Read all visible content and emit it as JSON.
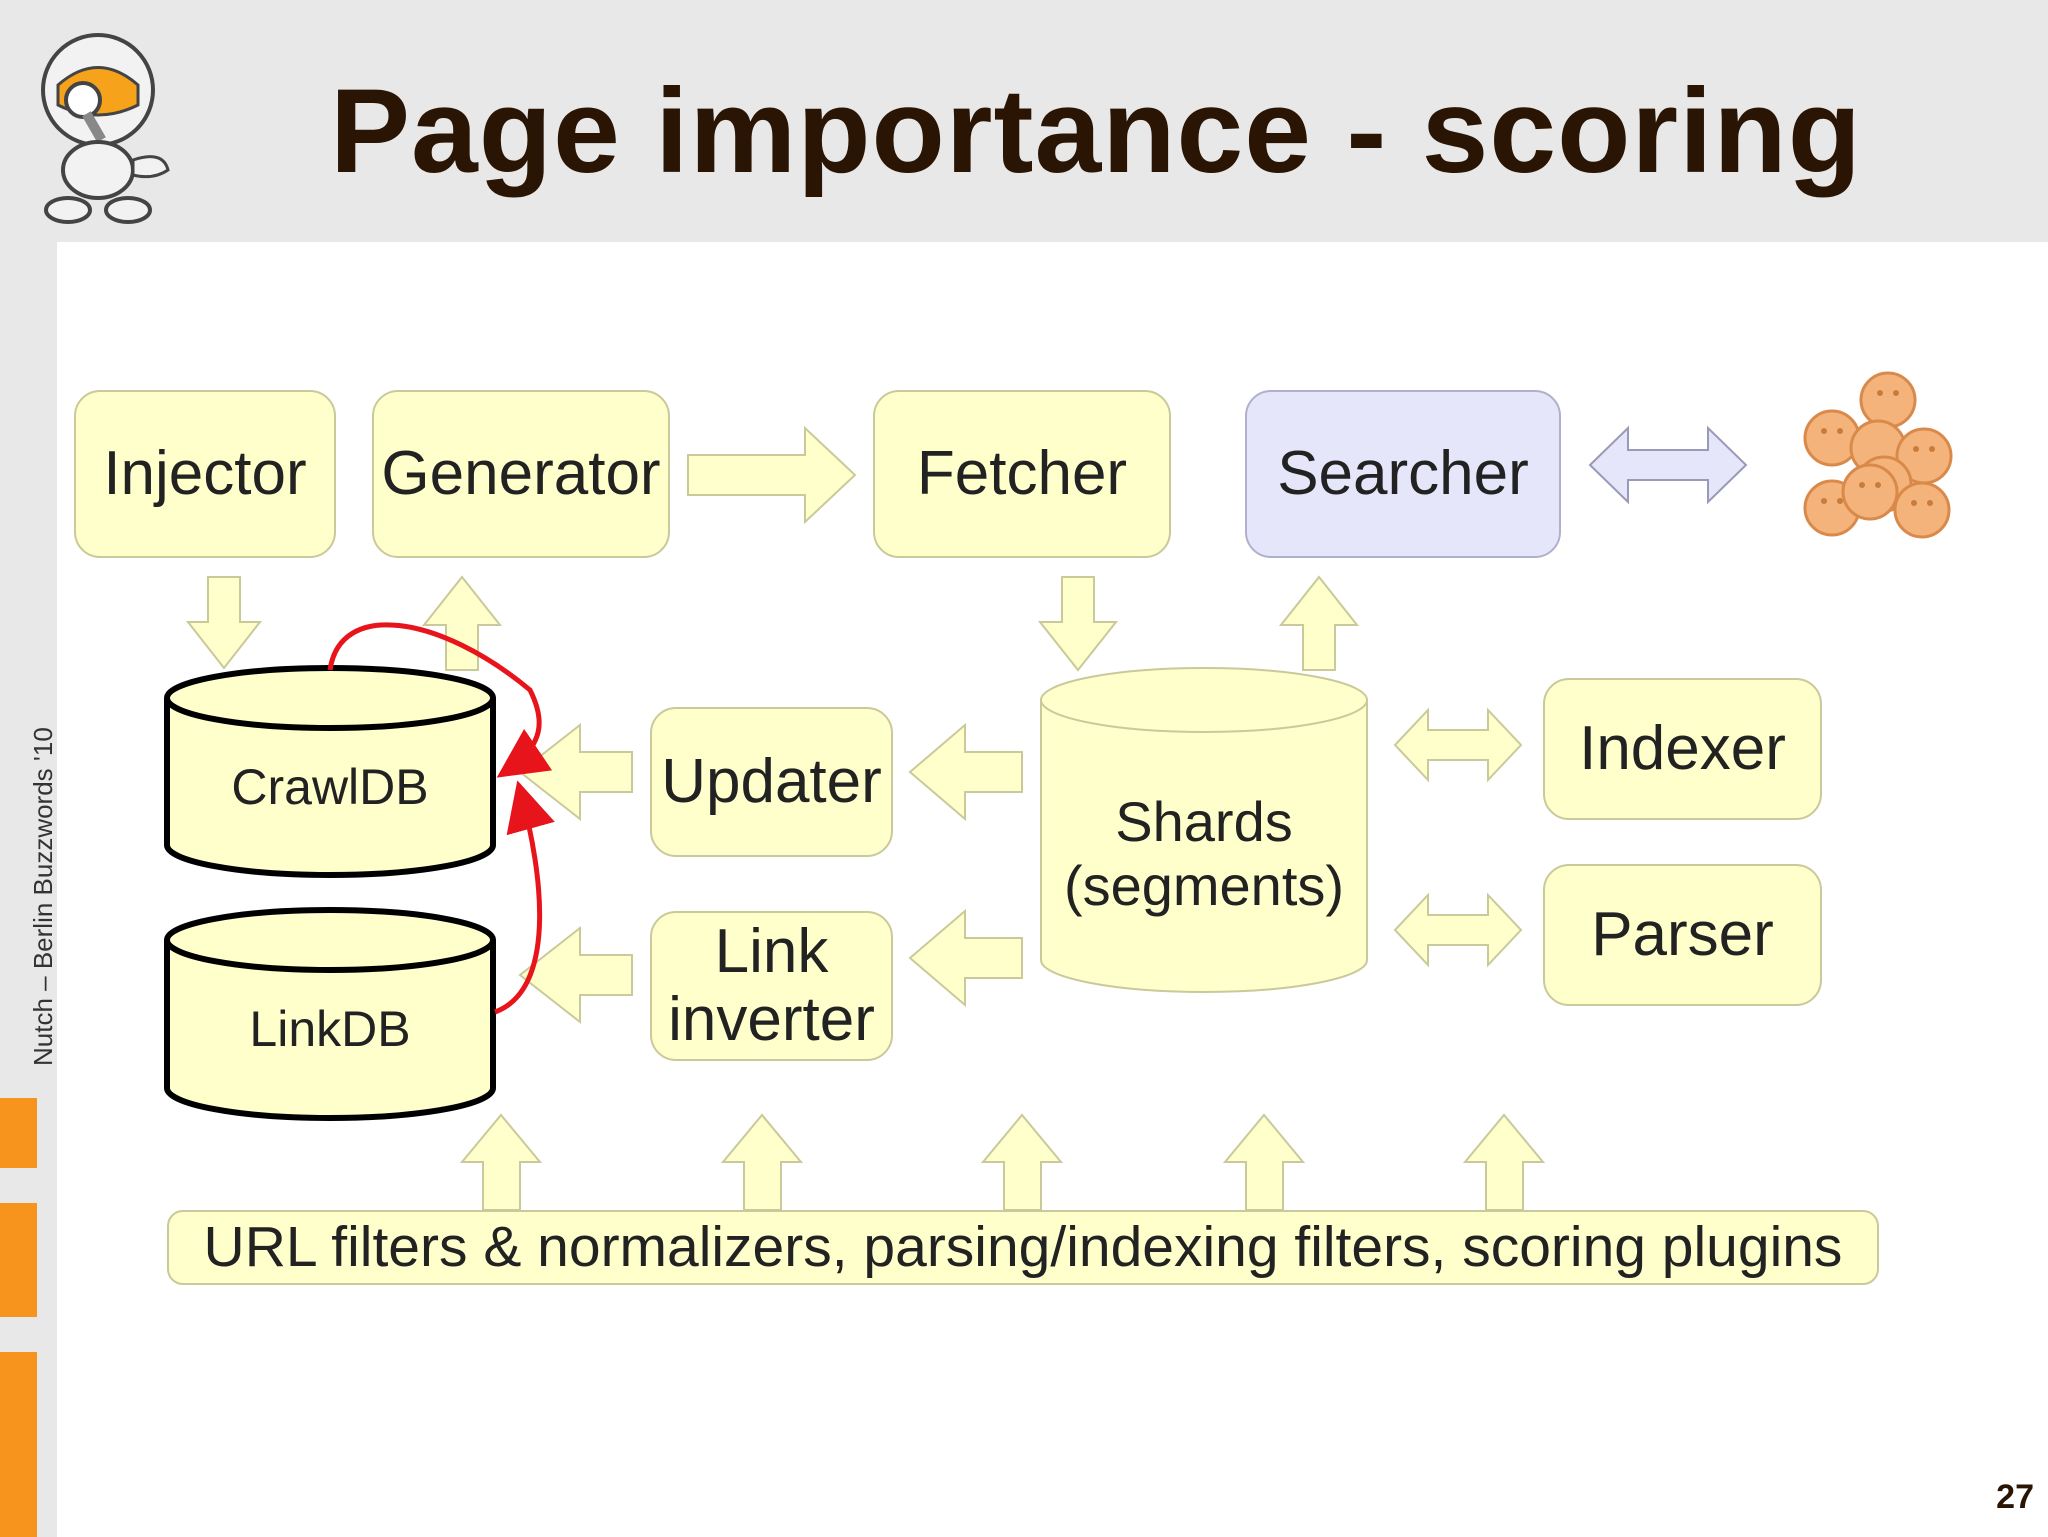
{
  "slide": {
    "title": "Page importance - scoring",
    "sidebar_text": "Nutch – Berlin Buzzwords '10",
    "page_number": "27"
  },
  "components": {
    "injector": "Injector",
    "generator": "Generator",
    "fetcher": "Fetcher",
    "searcher": "Searcher",
    "indexer": "Indexer",
    "parser": "Parser",
    "updater": "Updater",
    "link_inverter_line1": "Link",
    "link_inverter_line2": "inverter",
    "crawldb": "CrawlDB",
    "linkdb": "LinkDB",
    "shards_line1": "Shards",
    "shards_line2": "(segments)",
    "plugins": "URL filters & normalizers, parsing/indexing filters, scoring plugins"
  },
  "colors": {
    "box_fill": "#ffffcc",
    "searcher_fill": "#e6e6fa",
    "scoring_arrow": "#e8141b",
    "accent": "#f7941d",
    "face": "#f4b37a"
  }
}
